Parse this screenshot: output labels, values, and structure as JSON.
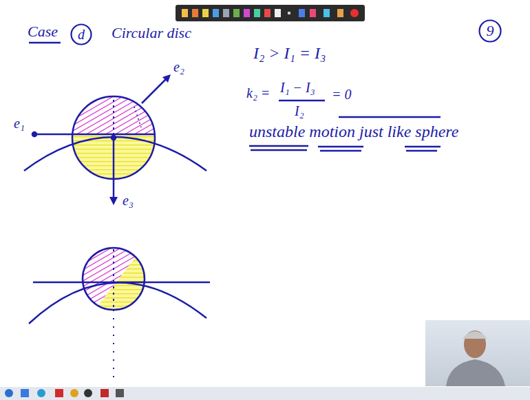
{
  "diagram": {
    "nodes": [
      {
        "text": [
          "d"
        ]
      },
      {
        "text": [
          "9"
        ]
      }
    ],
    "labels": [
      "Case",
      "Circular disc",
      "e₂",
      "e₁",
      "e₃",
      "I₂ > I₁ = I₃",
      "k₂ =",
      "I₁ − I₃",
      "I₂",
      "= 0",
      "unstable motion just like sphere"
    ]
  }
}
